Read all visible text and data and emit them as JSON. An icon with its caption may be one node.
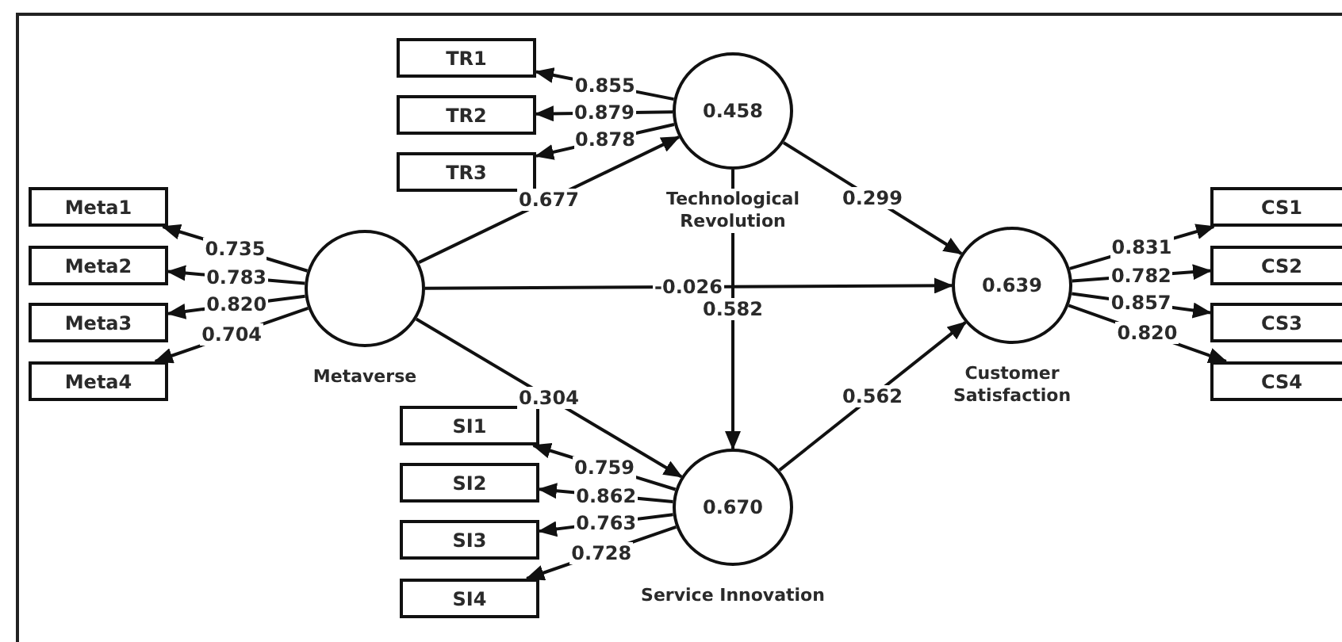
{
  "diagram": {
    "nodes": [
      {
        "text": [
          "TR1"
        ]
      },
      {
        "text": [
          "TR2"
        ]
      },
      {
        "text": [
          "TR3"
        ]
      },
      {
        "text": [
          "0.458",
          "Technological Revolution"
        ]
      },
      {
        "text": [
          "Meta1"
        ]
      },
      {
        "text": [
          "Meta2"
        ]
      },
      {
        "text": [
          "Meta3"
        ]
      },
      {
        "text": [
          "Meta4"
        ]
      },
      {
        "text": [
          "Metaverse"
        ]
      },
      {
        "text": [
          "0.639",
          "Customer Satisfaction"
        ]
      },
      {
        "text": [
          "CS1"
        ]
      },
      {
        "text": [
          "CS2"
        ]
      },
      {
        "text": [
          "CS3"
        ]
      },
      {
        "text": [
          "CS4"
        ]
      },
      {
        "text": [
          "SI1"
        ]
      },
      {
        "text": [
          "SI2"
        ]
      },
      {
        "text": [
          "SI3"
        ]
      },
      {
        "text": [
          "SI4"
        ]
      },
      {
        "text": [
          "0.670",
          "Service Innovation"
        ]
      }
    ],
    "edges": [
      {
        "from": 3,
        "to": 0,
        "arrow": "to",
        "label": "0.855"
      },
      {
        "from": 3,
        "to": 1,
        "arrow": "to",
        "label": "0.879"
      },
      {
        "from": 3,
        "to": 2,
        "arrow": "to",
        "label": "0.878"
      },
      {
        "from": 8,
        "to": 4,
        "arrow": "to",
        "label": "0.735"
      },
      {
        "from": 8,
        "to": 5,
        "arrow": "to",
        "label": "0.783"
      },
      {
        "from": 8,
        "to": 6,
        "arrow": "to",
        "label": "0.820"
      },
      {
        "from": 8,
        "to": 7,
        "arrow": "to",
        "label": "0.704"
      },
      {
        "from": 9,
        "to": 10,
        "arrow": "to",
        "label": "0.831"
      },
      {
        "from": 9,
        "to": 11,
        "arrow": "to",
        "label": "0.782"
      },
      {
        "from": 9,
        "to": 12,
        "arrow": "to",
        "label": "0.857"
      },
      {
        "from": 9,
        "to": 13,
        "arrow": "to",
        "label": "0.820"
      },
      {
        "from": 18,
        "to": 14,
        "arrow": "to",
        "label": "0.759"
      },
      {
        "from": 18,
        "to": 15,
        "arrow": "to",
        "label": "0.862"
      },
      {
        "from": 18,
        "to": 16,
        "arrow": "to",
        "label": "0.763"
      },
      {
        "from": 18,
        "to": 17,
        "arrow": "to",
        "label": "0.728"
      },
      {
        "from": 8,
        "to": 3,
        "arrow": "to",
        "label": "0.677"
      },
      {
        "from": 8,
        "to": 9,
        "arrow": "to",
        "label": "-0.026"
      },
      {
        "from": 8,
        "to": 18,
        "arrow": "to",
        "label": "0.304"
      },
      {
        "from": 3,
        "to": 9,
        "arrow": "to",
        "label": "0.299"
      },
      {
        "from": 3,
        "to": 18,
        "arrow": "to",
        "label": "0.582"
      },
      {
        "from": 18,
        "to": 9,
        "arrow": "to",
        "label": "0.562"
      }
    ]
  }
}
